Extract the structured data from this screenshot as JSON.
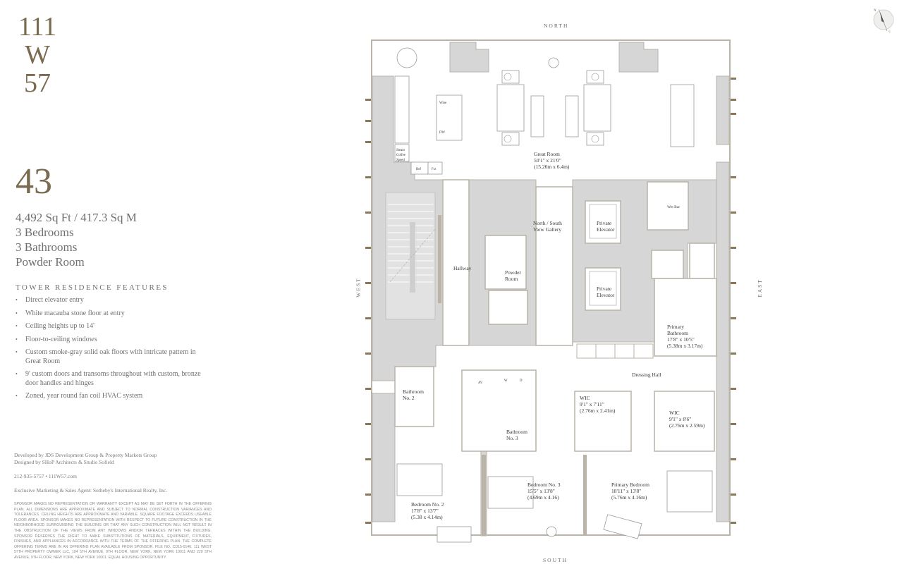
{
  "brand": {
    "line1": "111",
    "line2": "W",
    "line3": "57",
    "color": "#7a6a50"
  },
  "unit": {
    "number": "43",
    "area": "4,492 Sq Ft / 417.3 Sq M",
    "bedrooms": "3 Bedrooms",
    "bathrooms": "3 Bathrooms",
    "extra": "Powder Room"
  },
  "features": {
    "title": "TOWER RESIDENCE FEATURES",
    "items": [
      "Direct elevator entry",
      "White macauba stone floor at entry",
      "Ceiling heights up to 14'",
      "Floor-to-ceiling windows",
      "Custom smoke-gray solid oak floors with intricate pattern in Great Room",
      "9' custom doors and transoms throughout with custom, bronze door handles and hinges",
      "Zoned, year round fan coil HVAC system"
    ]
  },
  "credits": {
    "developed": "Developed by JDS Development Group & Property Markets Group",
    "designed": "Designed by SHoP Architects & Studio Sofield",
    "contact": "212-935-5757  •  111W57.com",
    "agent": "Exclusive Marketing & Sales Agent: Sotheby's International Realty, Inc."
  },
  "disclaimer": "Sponsor makes no representation or warranty except as may be set forth in the offering plan. All dimensions are approximate and subject to normal construction variances and tolerances. Ceiling heights are approximate and variable. Square footage exceeds useable floor area. Sponsor makes no representation with respect to future construction in the neighborhood surrounding the building or that any such construction will not result in the obstruction of the views from any windows and/or terraces within the building. Sponsor reserves the right to make substitutions of materials, equipment, fixtures, finishes, and appliances in accordance with the terms of the offering plan. The complete offering terms are in an offering plan available from sponsor. File No. CD15-0146. 111 West 57th Property Owner LLC, 104 5th Avenue, 9th Floor, New York, New York 10011 and 220 5th Avenue, 9th Floor, New York, New York 10001. Equal Housing Opportunity.",
  "compass": {
    "n": "N",
    "s": "S"
  },
  "directions": {
    "north": "NORTH",
    "south": "SOUTH",
    "west": "WEST",
    "east": "EAST"
  },
  "rooms": {
    "great_room": {
      "name": "Great Room",
      "dim_imperial": "50'1\" x 21'0\"",
      "dim_metric": "(15.26m x 6.4m)"
    },
    "gallery": {
      "line1": "North / South",
      "line2": "View Gallery"
    },
    "hallway": "Hallway",
    "powder": {
      "line1": "Powder",
      "line2": "Room"
    },
    "elevator1": {
      "line1": "Private",
      "line2": "Elevator"
    },
    "elevator2": {
      "line1": "Private",
      "line2": "Elevator"
    },
    "wet_bar": "Wet Bar",
    "primary_bath": {
      "line1": "Primary",
      "line2": "Bathroom",
      "dim_imperial": "17'8\" x 10'5\"",
      "dim_metric": "(5.38m x 3.17m)"
    },
    "dressing_hall": "Dressing Hall",
    "wic1": {
      "name": "WIC",
      "dim_imperial": "9'1\" x 7'11\"",
      "dim_metric": "(2.76m x 2.41m)"
    },
    "wic2": {
      "name": "WIC",
      "dim_imperial": "9'1\" x 8'6\"",
      "dim_metric": "(2.76m x 2.59m)"
    },
    "bath2": {
      "line1": "Bathroom",
      "line2": "No. 2"
    },
    "bath3": {
      "line1": "Bathroom",
      "line2": "No. 3"
    },
    "bedroom2": {
      "name": "Bedroom No. 2",
      "dim_imperial": "17'8\" x 13'7\"",
      "dim_metric": "(5.38 x 4.14m)"
    },
    "bedroom3": {
      "name": "Bedroom No. 3",
      "dim_imperial": "15'5\" x 13'8\"",
      "dim_metric": "(4.69m x 4.16)"
    },
    "primary_bedroom": {
      "name": "Primary Bedroom",
      "dim_imperial": "18'11\" x 13'8\"",
      "dim_metric": "(5.76m x 4.16m)"
    }
  },
  "appliances": {
    "wine": "Wine",
    "dw": "DW",
    "steam": "Steam",
    "coffee": "Coffee",
    "speed": "Speed",
    "ref": "Ref",
    "frz": "Frz",
    "av": "AV",
    "w": "W",
    "d": "D"
  },
  "colors": {
    "core_gray": "#d5d5d5",
    "wall": "#b9b3a8",
    "accent": "#7a6a50"
  }
}
